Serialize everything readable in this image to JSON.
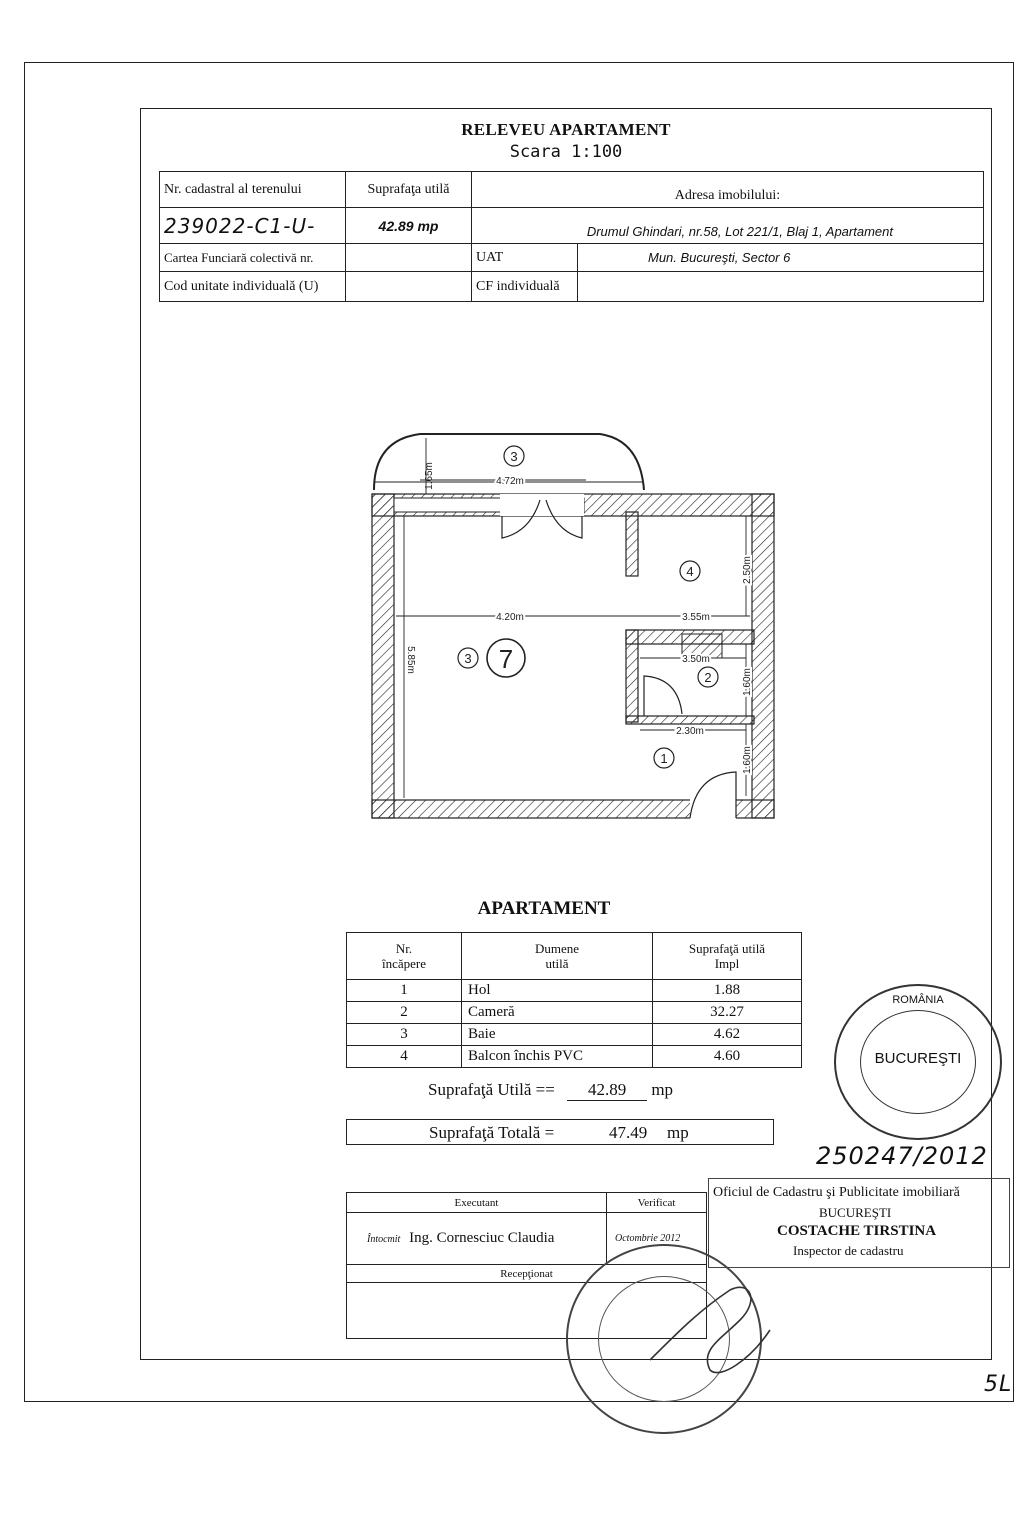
{
  "header": {
    "title": "RELEVEU APARTAMENT",
    "scale": "Scara 1:100"
  },
  "info_table": {
    "cadastral_label": "Nr. cadastral al terenului",
    "cadastral_value": "239022-C1-U-",
    "surface_label": "Suprafaţa utilă",
    "surface_value": "42.89 mp",
    "address_label": "Adresa imobilului:",
    "address_value": "Drumul Ghindari, nr.58, Lot 221/1, Blaj 1, Apartament",
    "cf_collective_label": "Cartea Funciară colectivă nr.",
    "uat_label": "UAT",
    "uat_value": "Mun. Bucureşti, Sector 6",
    "unit_code_label": "Cod unitate individuală (U)",
    "cf_individual_label": "CF individuală"
  },
  "floor_plan": {
    "dims": {
      "balcony_depth": "1.65m",
      "balcony_width": "4.72m",
      "room_width": "4.20m",
      "hall_width": "3.55m",
      "bath_width": "3.50m",
      "bath_inner": "2.30m",
      "height_total": "5.85m",
      "balcony_height": "2.50m",
      "bath_height": "1.60m",
      "hall_height": "1.60m"
    },
    "labels": {
      "room_3_balcony": "3",
      "room_4": "4",
      "room_3_main": "3",
      "room_7": "7",
      "room_2": "2",
      "room_1": "1"
    }
  },
  "apartment": {
    "title": "APARTAMENT",
    "headers": {
      "nr": "Nr.",
      "nr_sub": "încăpere",
      "name": "Dumene",
      "name_sub": "utilă",
      "surface": "Suprafaţă utilă",
      "surface_sub": "Impl"
    },
    "rows": [
      {
        "nr": "1",
        "name": "Hol",
        "surface": "1.88"
      },
      {
        "nr": "2",
        "name": "Cameră",
        "surface": "32.27"
      },
      {
        "nr": "3",
        "name": "Baie",
        "surface": "4.62"
      },
      {
        "nr": "4",
        "name": "Balcon închis PVC",
        "surface": "4.60"
      }
    ],
    "util_label": "Suprafaţă Utilă ==",
    "util_value": "42.89",
    "util_unit": "mp",
    "total_label": "Suprafaţă Totală =",
    "total_value": "47.49",
    "total_unit": "mp"
  },
  "signature_table": {
    "executant_label": "Executant",
    "verified_label": "Verificat",
    "author_role": "Întocmit",
    "author_name": "Ing. Cornesciuc Claudia",
    "date_text": "Octombrie 2012",
    "received_label": "Recepţionat"
  },
  "ocpi": {
    "office_line": "Oficiul de Cadastru şi Publicitate imobiliară",
    "city": "BUCUREŞTI",
    "inspector_name": "COSTACHE TIRSTINA",
    "inspector_role": "Inspector de cadastru",
    "registration": "250247/2012"
  },
  "stamp_round": {
    "top": "ROMÂNIA",
    "center": "BUCUREŞTI"
  },
  "page_mark": "5L"
}
